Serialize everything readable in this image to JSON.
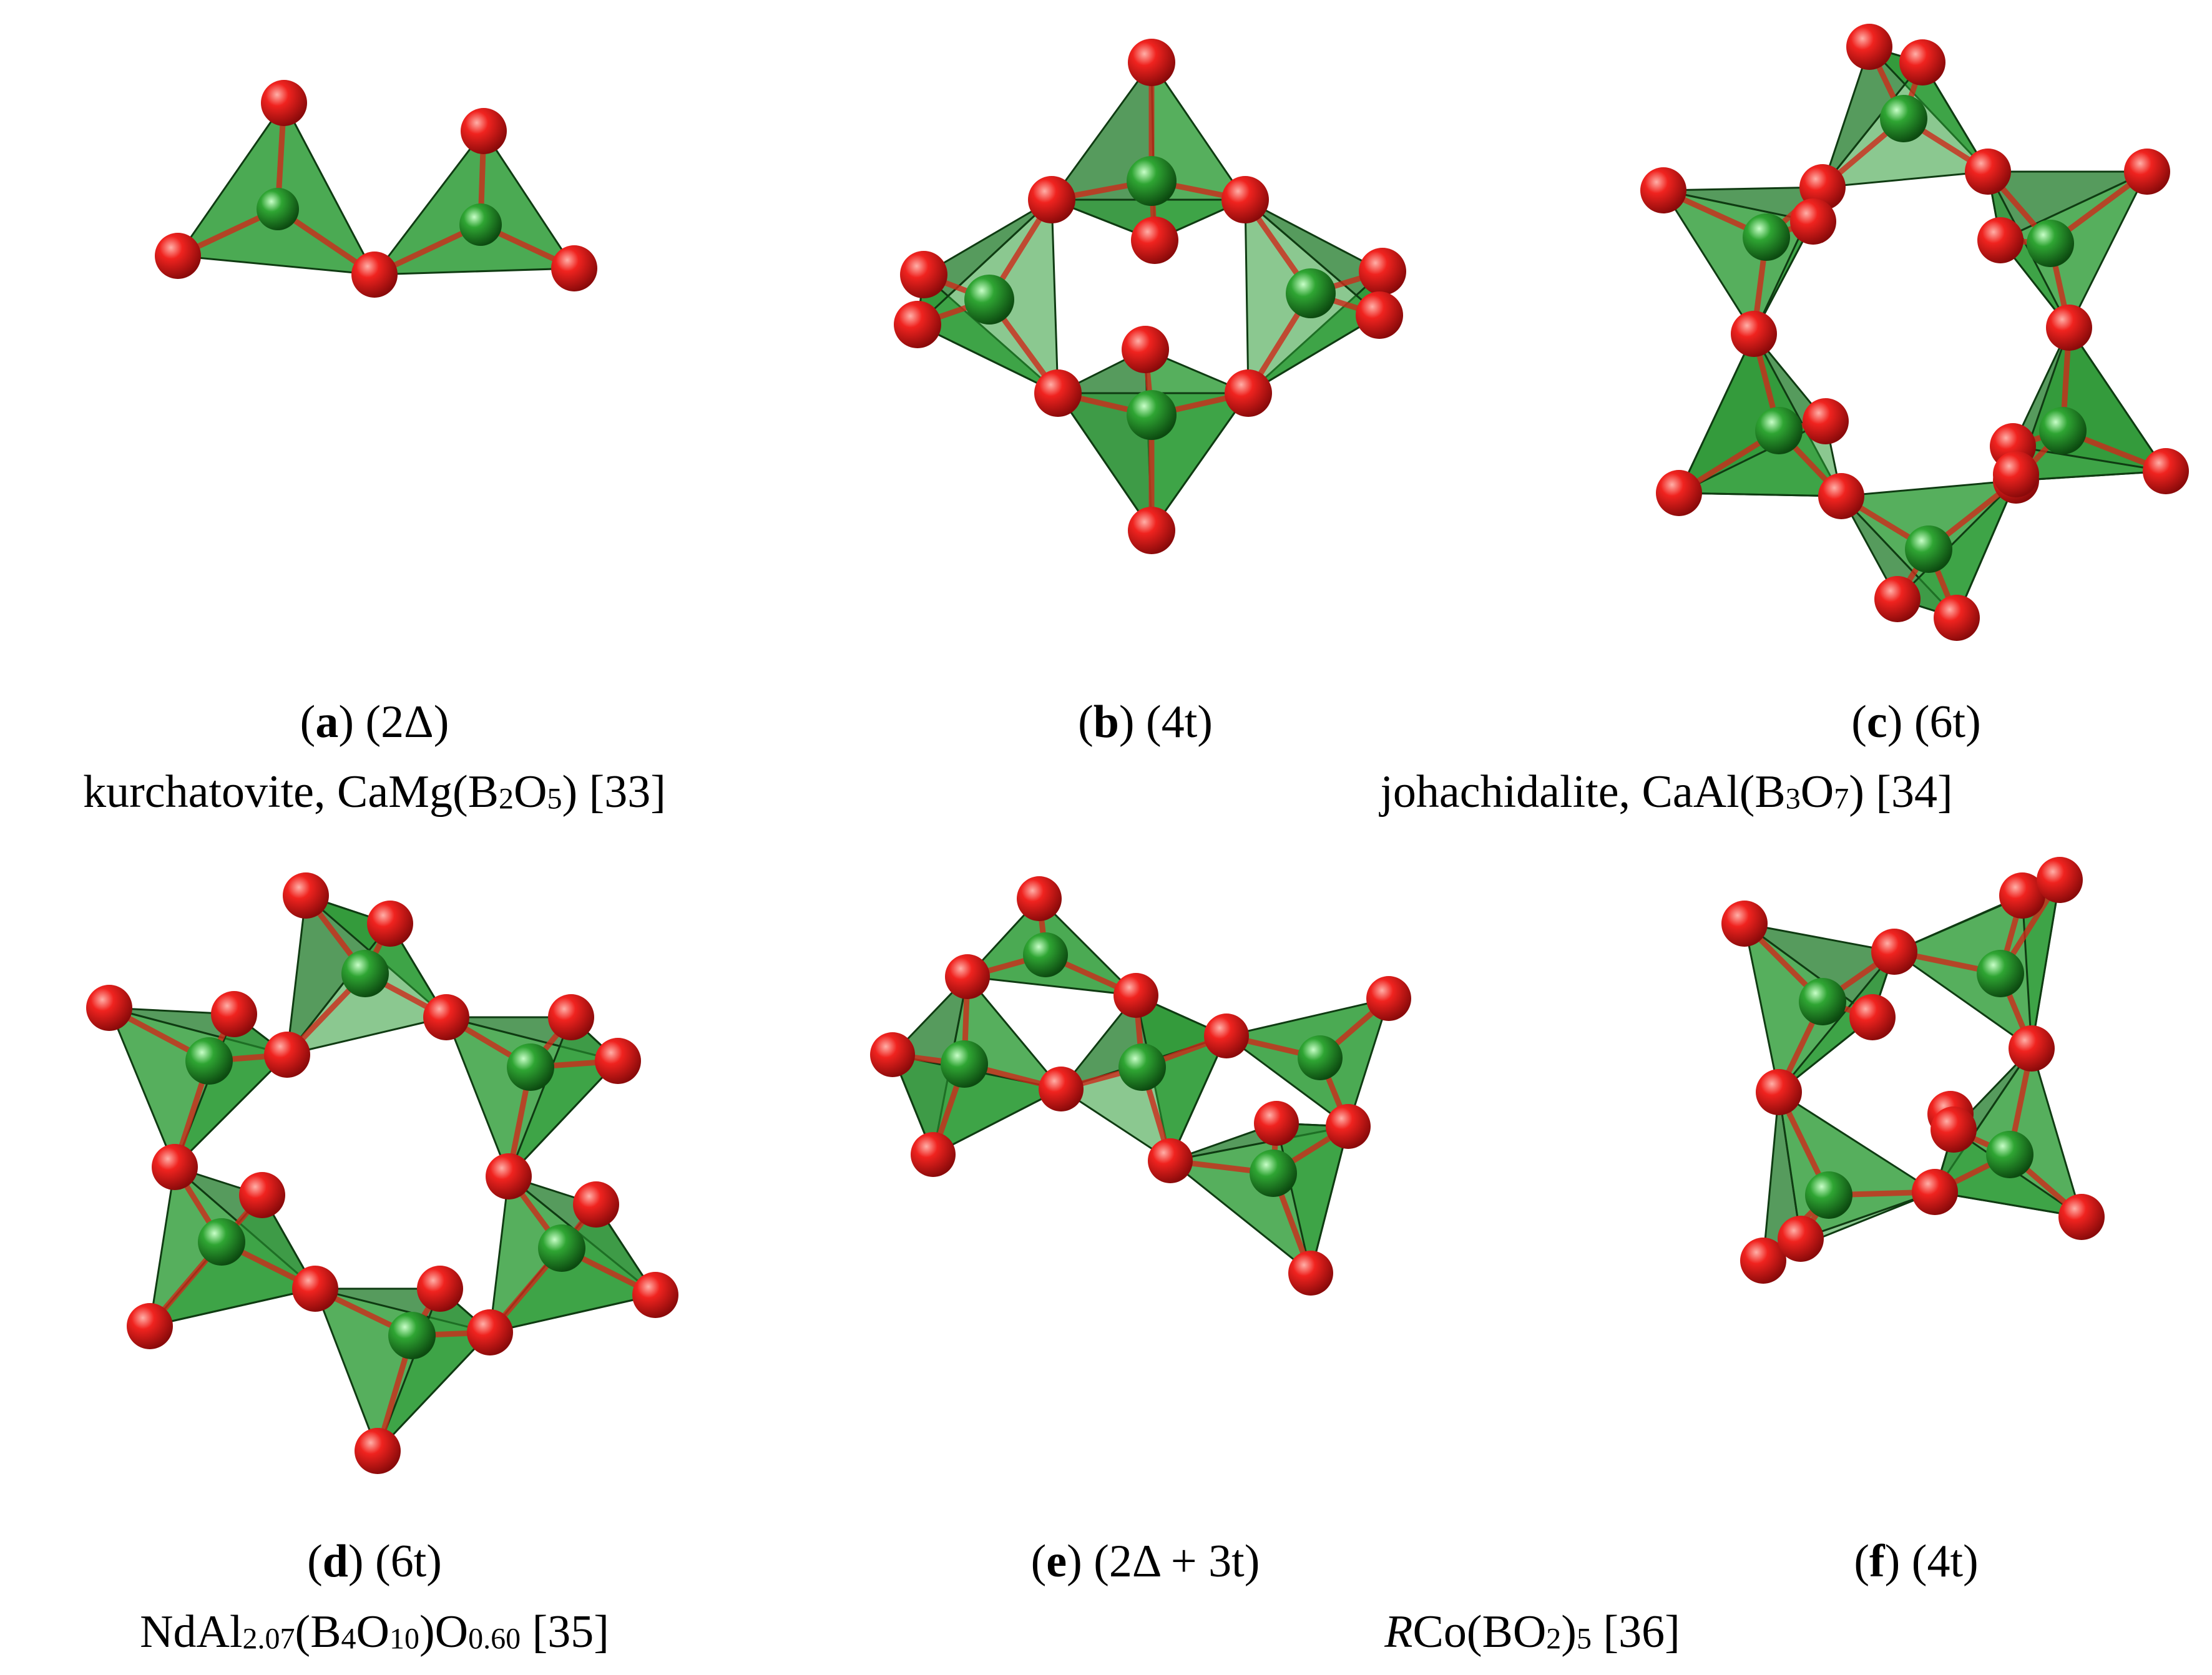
{
  "colors": {
    "oxygen": "#e8141a",
    "boron": "#1f9a2a",
    "tetra_fill": "#2c9b35",
    "tetra_dark": "#1e7a27",
    "bond": "#cc2a1a",
    "edge": "#0f3b12"
  },
  "panels": [
    {
      "id": "a",
      "letter": "a",
      "desc": "(2Δ)"
    },
    {
      "id": "b",
      "letter": "b",
      "desc": "(4t)"
    },
    {
      "id": "c",
      "letter": "c",
      "desc": "(6t)"
    },
    {
      "id": "d",
      "letter": "d",
      "desc": "(6t)"
    },
    {
      "id": "e",
      "letter": "e",
      "desc": "(2Δ + 3t)"
    },
    {
      "id": "f",
      "letter": "f",
      "desc": "(4t)"
    }
  ],
  "compounds": {
    "kurchatovite": {
      "pre": "kurchatovite, CaMg(B",
      "s1": "2",
      "mid": "O",
      "s2": "5",
      "post": ") [33]"
    },
    "johachidalite": {
      "pre": "johachidalite, CaAl(B",
      "s1": "3",
      "mid": "O",
      "s2": "7",
      "post": ") [34]"
    },
    "ndal": {
      "pre": "NdAl",
      "s1": "2.07",
      "mid1": "(B",
      "s2": "4",
      "mid2": "O",
      "s3": "10",
      "mid3": ")O",
      "s4": "0.60",
      "post": " [35]"
    },
    "rco": {
      "ital": "R",
      "pre": "Co(BO",
      "s1": "2",
      "mid": ")",
      "s2": "5",
      "post": " [36]"
    }
  }
}
